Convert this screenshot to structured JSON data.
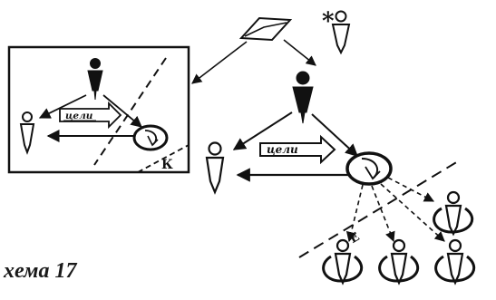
{
  "diagram": {
    "caption": "хема 17",
    "asterisk": "*",
    "inset_arrow_label": "цели",
    "main_arrow_label": "цели",
    "inset_corner_label": "К",
    "divider_label": "Е"
  },
  "colors": {
    "ink": "#111111",
    "paper": "#ffffff"
  }
}
